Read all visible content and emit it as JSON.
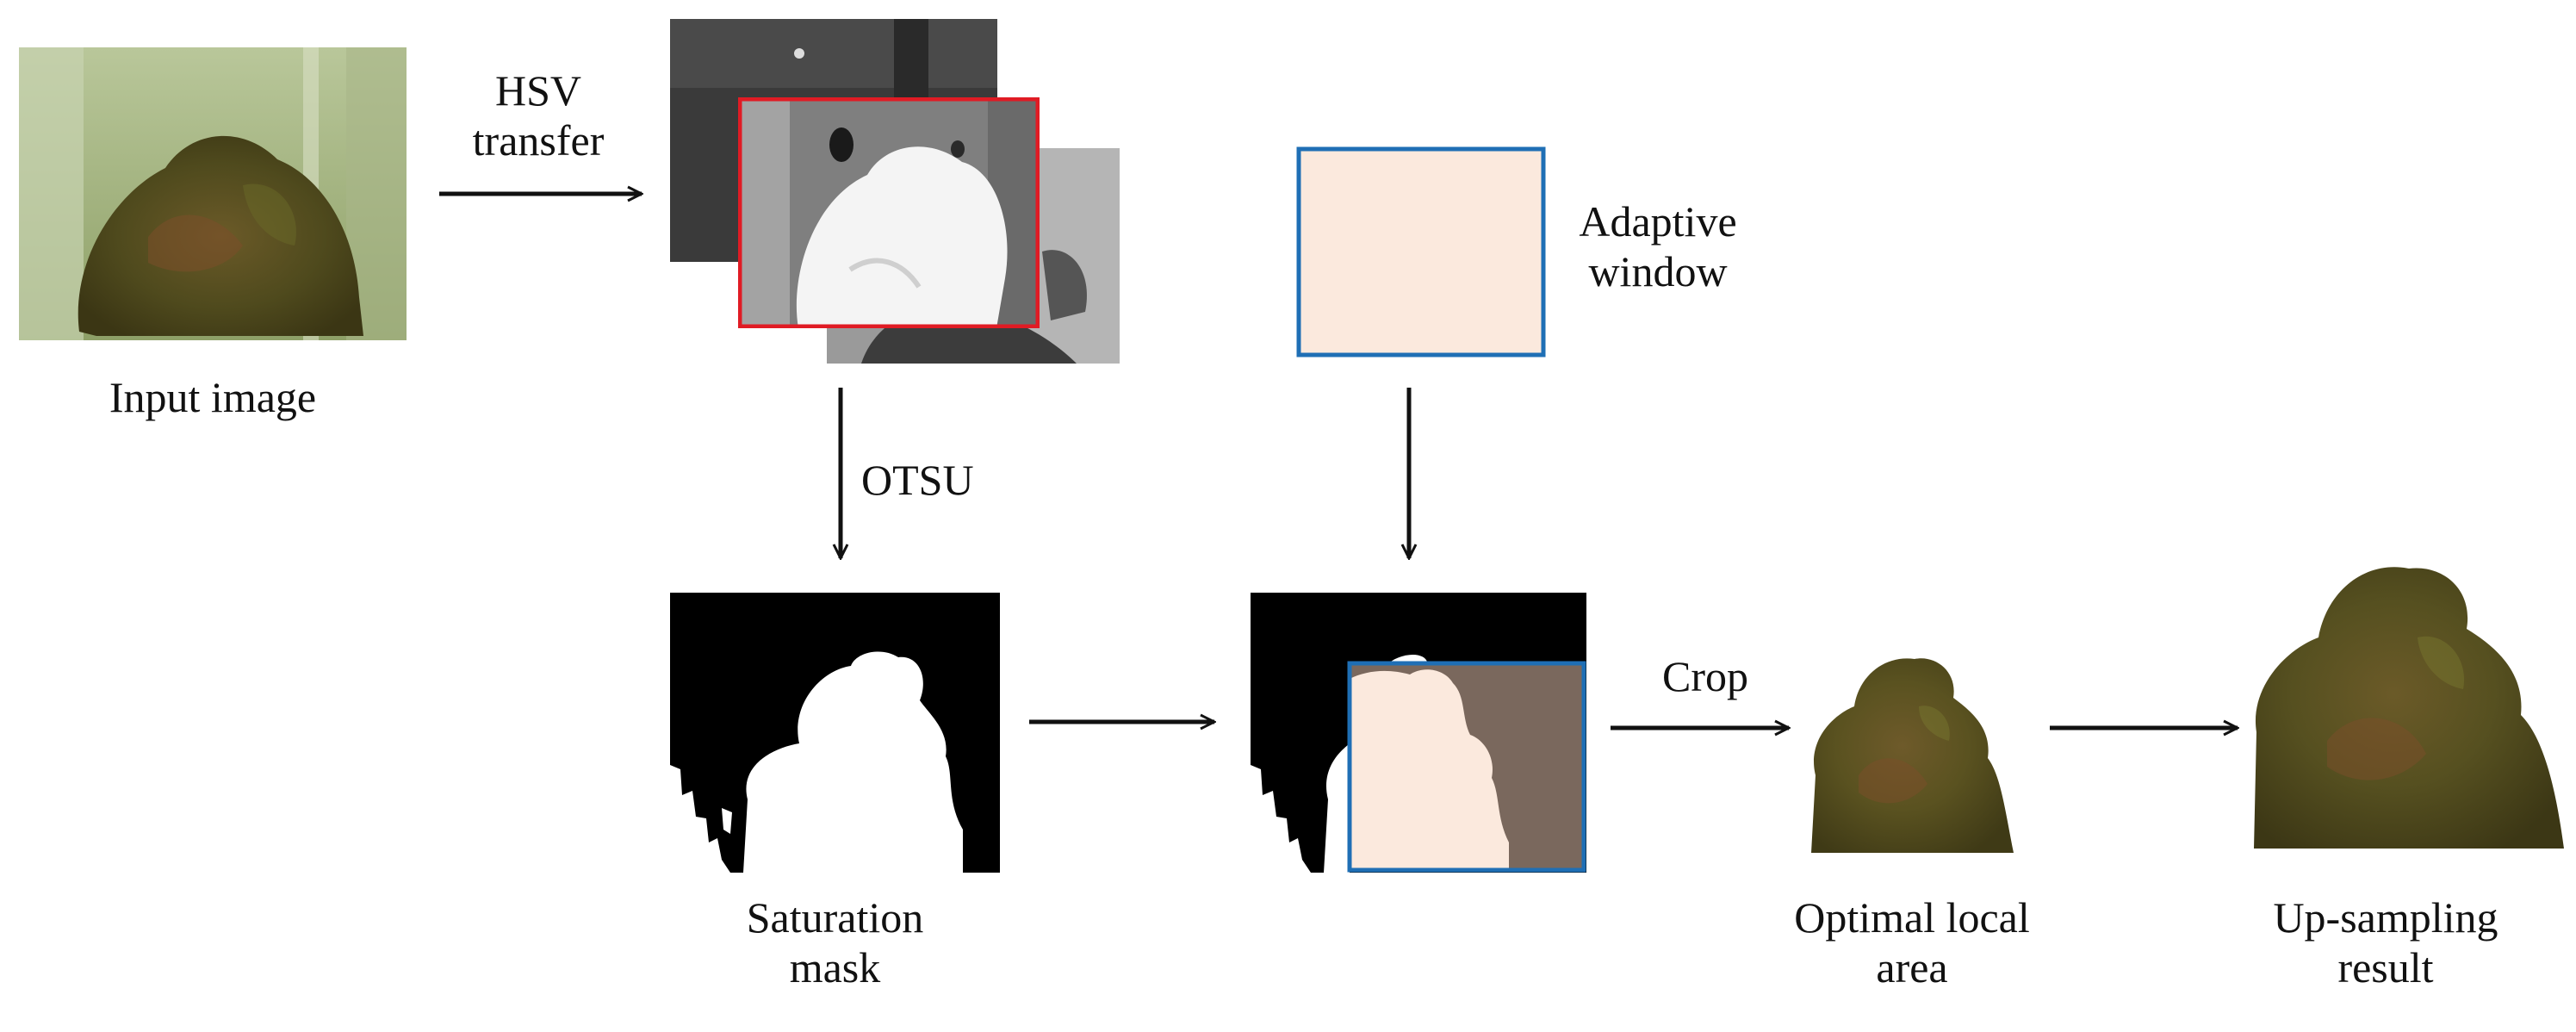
{
  "labels": {
    "input_image": "Input image",
    "hsv_line1": "HSV",
    "hsv_line2": "transfer",
    "otsu": "OTSU",
    "adaptive_line1": "Adaptive",
    "adaptive_line2": "window",
    "saturation_line1": "Saturation",
    "saturation_line2": "mask",
    "crop": "Crop",
    "optimal_line1": "Optimal local",
    "optimal_line2": "area",
    "upsampling_line1": "Up-sampling",
    "upsampling_line2": "result"
  },
  "colors": {
    "hsv_highlight_border": "#e01b24",
    "adaptive_window_border": "#1f6fb5",
    "adaptive_window_fill": "#fbe9dd",
    "mask_background": "#000000",
    "mask_foreground": "#ffffff",
    "window_outside_fill": "#7a685d",
    "plant": "#5a5220"
  }
}
